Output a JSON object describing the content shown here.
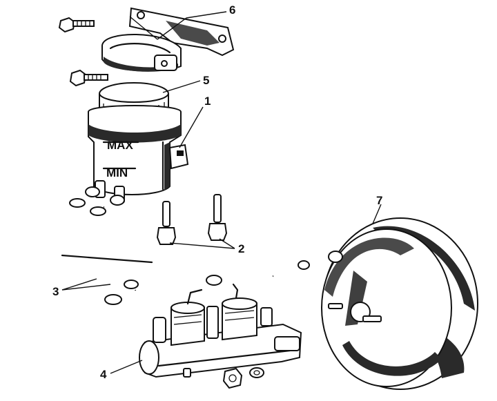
{
  "colors": {
    "ink": "#111111",
    "paper": "#ffffff"
  },
  "callouts": {
    "c1": "1",
    "c2": "2",
    "c3": "3",
    "c4": "4",
    "c5": "5",
    "c6": "6",
    "c7": "7"
  },
  "reservoir_marks": {
    "max": "MAX",
    "min": "MIN"
  }
}
